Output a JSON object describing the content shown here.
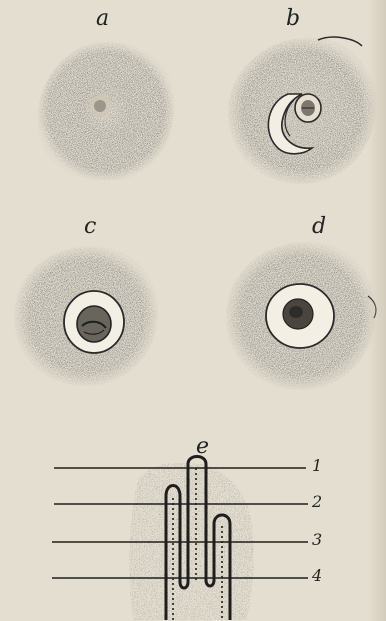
{
  "figure": {
    "panels": [
      {
        "id": "a",
        "label": "a",
        "description": "cell with central dark spot"
      },
      {
        "id": "b",
        "label": "b",
        "description": "cell with crescent-shaped clear zone and oval nucleus"
      },
      {
        "id": "c",
        "label": "c",
        "description": "cell with clear ring around dark nucleus"
      },
      {
        "id": "d",
        "label": "d",
        "description": "cell with clear ring and dark central body"
      },
      {
        "id": "e",
        "label": "e",
        "description": "longitudinal section with level lines"
      }
    ],
    "levels": [
      "1",
      "2",
      "3",
      "4"
    ]
  },
  "colors": {
    "paper": "#e4ded0",
    "ink": "#222222",
    "stipple": "#3a3a3a"
  }
}
